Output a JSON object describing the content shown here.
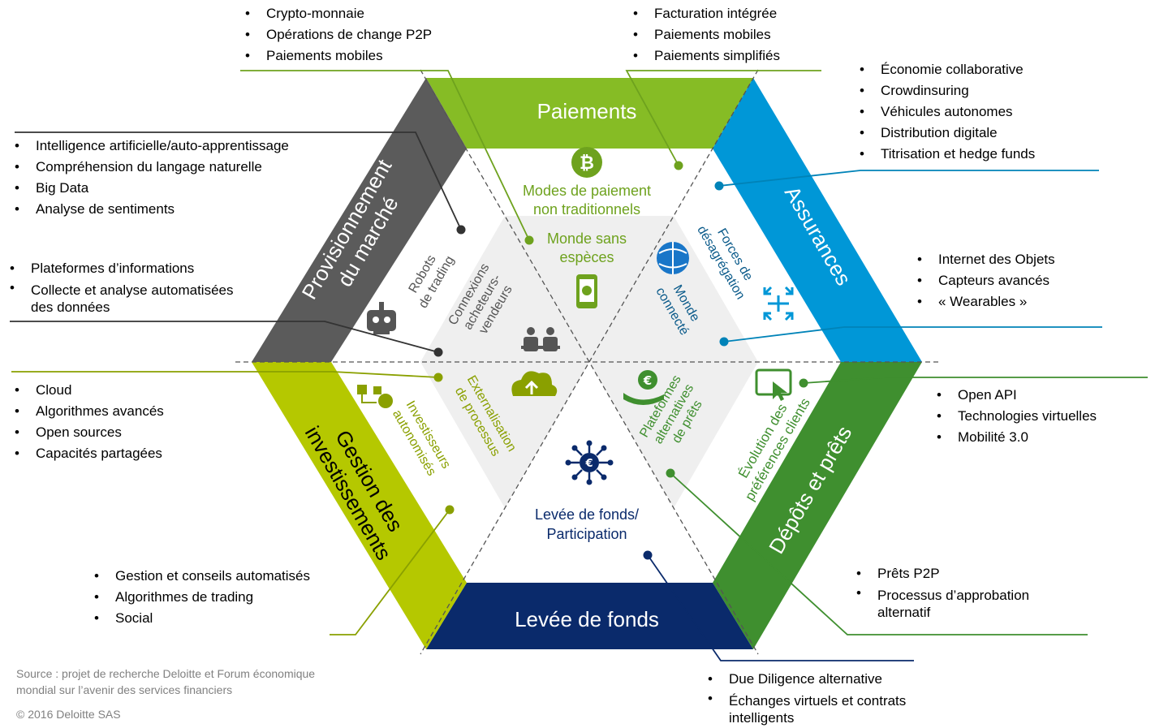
{
  "segments": {
    "paiements": "Paiements",
    "assurances": "Assurances",
    "depots_line1": "Dépôts et prêts",
    "levee": "Levée de fonds",
    "gestion_line1": "Gestion des",
    "gestion_line2": "investissements",
    "provisionnement_line1": "Provisionnement",
    "provisionnement_line2": "du marché"
  },
  "inner": {
    "modes_line1": "Modes de paiement",
    "modes_line2": "non traditionnels",
    "forces_line1": "Forces de",
    "forces_line2": "désagrégation",
    "evolution_line1": "Évolution des",
    "evolution_line2": "préférences clients",
    "levee_line1": "Levée de fonds/",
    "levee_line2": "Participation",
    "investisseurs_line1": "Investisseurs",
    "investisseurs_line2": "autonomisés",
    "robots_line1": "Robots",
    "robots_line2": "de trading",
    "monde_sans_line1": "Monde sans",
    "monde_sans_line2": "espèces",
    "monde_connecte_line1": "Monde",
    "monde_connecte_line2": "connecté",
    "plateformes_line1": "Plateformes",
    "plateformes_line2": "alternatives",
    "plateformes_line3": "de prêts",
    "externalisation_line1": "Externalisation",
    "externalisation_line2": "de processus",
    "connexions_line1": "Connexions",
    "connexions_line2": "acheteurs-",
    "connexions_line3": "vendeurs"
  },
  "lists": {
    "top_left": [
      "Crypto-monnaie",
      "Opérations de change P2P",
      "Paiements mobiles"
    ],
    "top_right": [
      "Facturation intégrée",
      "Paiements mobiles",
      "Paiements simplifiés"
    ],
    "assurances": [
      "Économie collaborative",
      "Crowdinsuring",
      "Véhicules autonomes",
      "Distribution digitale",
      "Titrisation et hedge funds"
    ],
    "provisionnement": [
      "Intelligence artificielle/auto-apprentissage",
      "Compréhension du langage naturelle",
      "Big Data",
      "Analyse de sentiments"
    ],
    "iot": [
      "Internet des Objets",
      "Capteurs avancés",
      "« Wearables »"
    ],
    "donnees": [
      "Plateformes d’informations",
      "Collecte et analyse automatisées des données"
    ],
    "cloud": [
      "Cloud",
      "Algorithmes avancés",
      "Open sources",
      "Capacités partagées"
    ],
    "openapi": [
      "Open API",
      "Technologies virtuelles",
      "Mobilité 3.0"
    ],
    "gestion": [
      "Gestion et conseils automatisés",
      "Algorithmes de trading",
      "Social"
    ],
    "prets": [
      "Prêts P2P",
      "Processus d’approbation alternatif"
    ],
    "levee": [
      "Due Diligence alternative",
      "Échanges virtuels et contrats intelligents"
    ]
  },
  "footer": {
    "source_line1": "Source : projet de recherche Deloitte et Forum économique",
    "source_line2": "mondial sur l’avenir des services financiers",
    "copyright": "© 2016 Deloitte SAS"
  },
  "icons": {
    "bitcoin": "₿",
    "euro": "€"
  },
  "colors": {
    "paiements": "#86bc25",
    "assurances": "#0097d7",
    "depots": "#3f8f2f",
    "levee": "#0a2a6b",
    "gestion": "#b5c800",
    "provisionnement": "#5b5b5b",
    "center": "#efefef"
  }
}
